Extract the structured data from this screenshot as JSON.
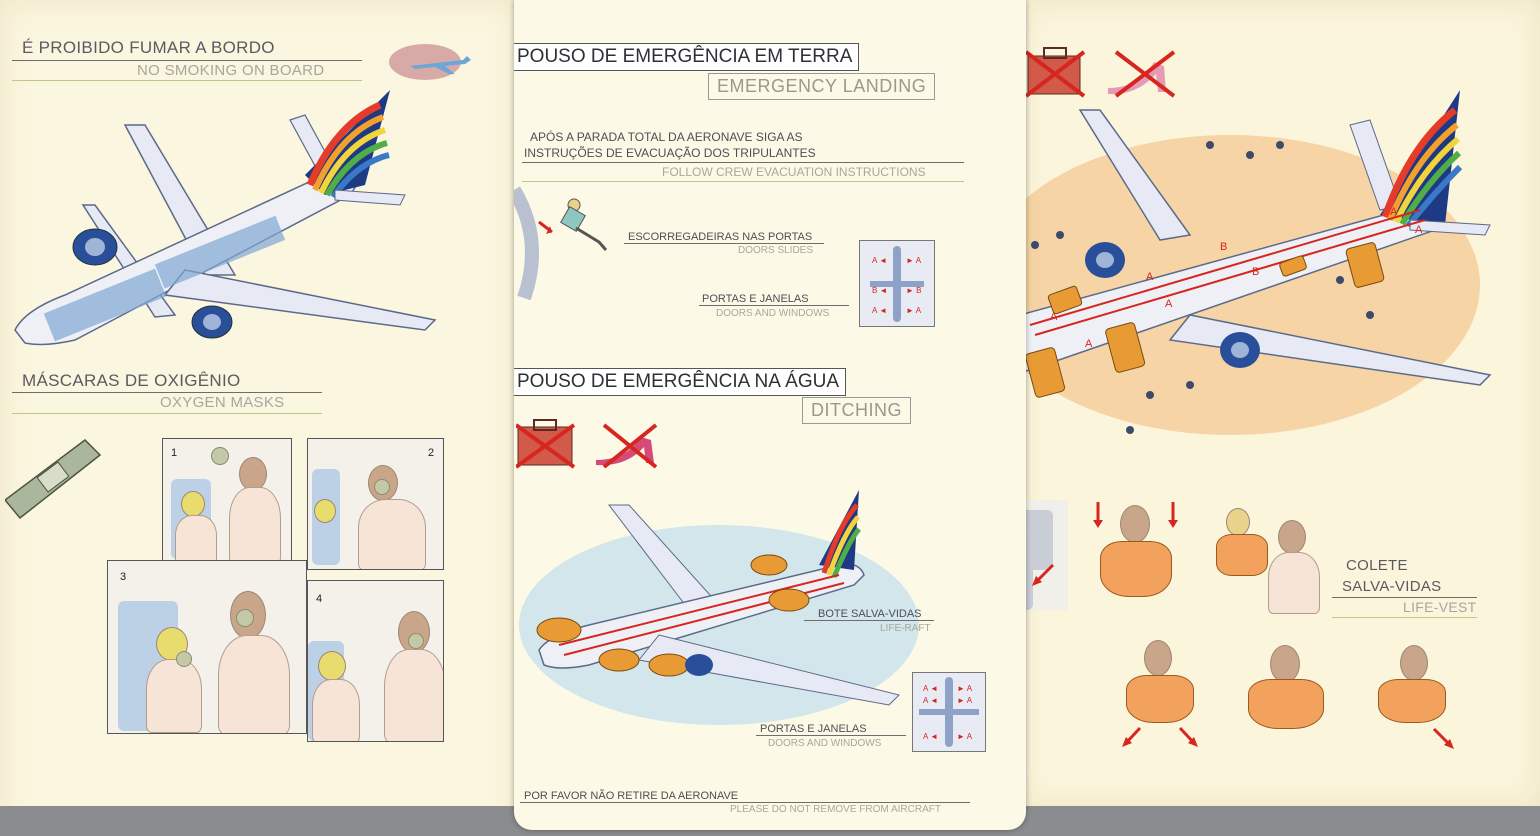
{
  "left_panel": {
    "no_smoking_pt": "É PROIBIDO FUMAR A BORDO",
    "no_smoking_en": "NO SMOKING ON BOARD",
    "oxygen_pt": "MÁSCARAS DE OXIGÊNIO",
    "oxygen_en": "OXYGEN MASKS",
    "steps": [
      "1",
      "2",
      "3",
      "4"
    ]
  },
  "middle_panel": {
    "landing_pt": "POUSO DE EMERGÊNCIA EM TERRA",
    "landing_en": "EMERGENCY LANDING",
    "instructions_line1": "APÓS A PARADA TOTAL DA AERONAVE SIGA AS",
    "instructions_line2": "INSTRUÇÕES DE EVACUAÇÃO DOS TRIPULANTES",
    "instructions_en": "FOLLOW CREW EVACUATION INSTRUCTIONS",
    "slides_pt": "ESCORREGADEIRAS NAS PORTAS",
    "slides_en": "DOORS SLIDES",
    "doors_pt": "PORTAS E JANELAS",
    "doors_en": "DOORS AND WINDOWS",
    "ditching_pt": "POUSO DE EMERGÊNCIA NA ÁGUA",
    "ditching_en": "DITCHING",
    "raft_pt": "BOTE SALVA-VIDAS",
    "raft_en": "LIFE-RAFT",
    "doors2_pt": "PORTAS E JANELAS",
    "doors2_en": "DOORS AND WINDOWS",
    "footer_pt": "POR FAVOR NÃO RETIRE DA AERONAVE",
    "footer_en": "PLEASE DO NOT REMOVE FROM  AIRCRAFT"
  },
  "right_panel": {
    "lifevest_pt_1": "COLETE",
    "lifevest_pt_2": "SALVA-VIDAS",
    "lifevest_en": "LIFE-VEST",
    "door_labels": [
      "A",
      "A",
      "B",
      "B",
      "A",
      "A",
      "A",
      "A"
    ]
  },
  "colors": {
    "paper": "#fbf6df",
    "accent_red": "#d6261f",
    "fuselage": "#eef0f6",
    "engine_blue": "#2a4f9a",
    "slide_orange": "#e89b35"
  }
}
